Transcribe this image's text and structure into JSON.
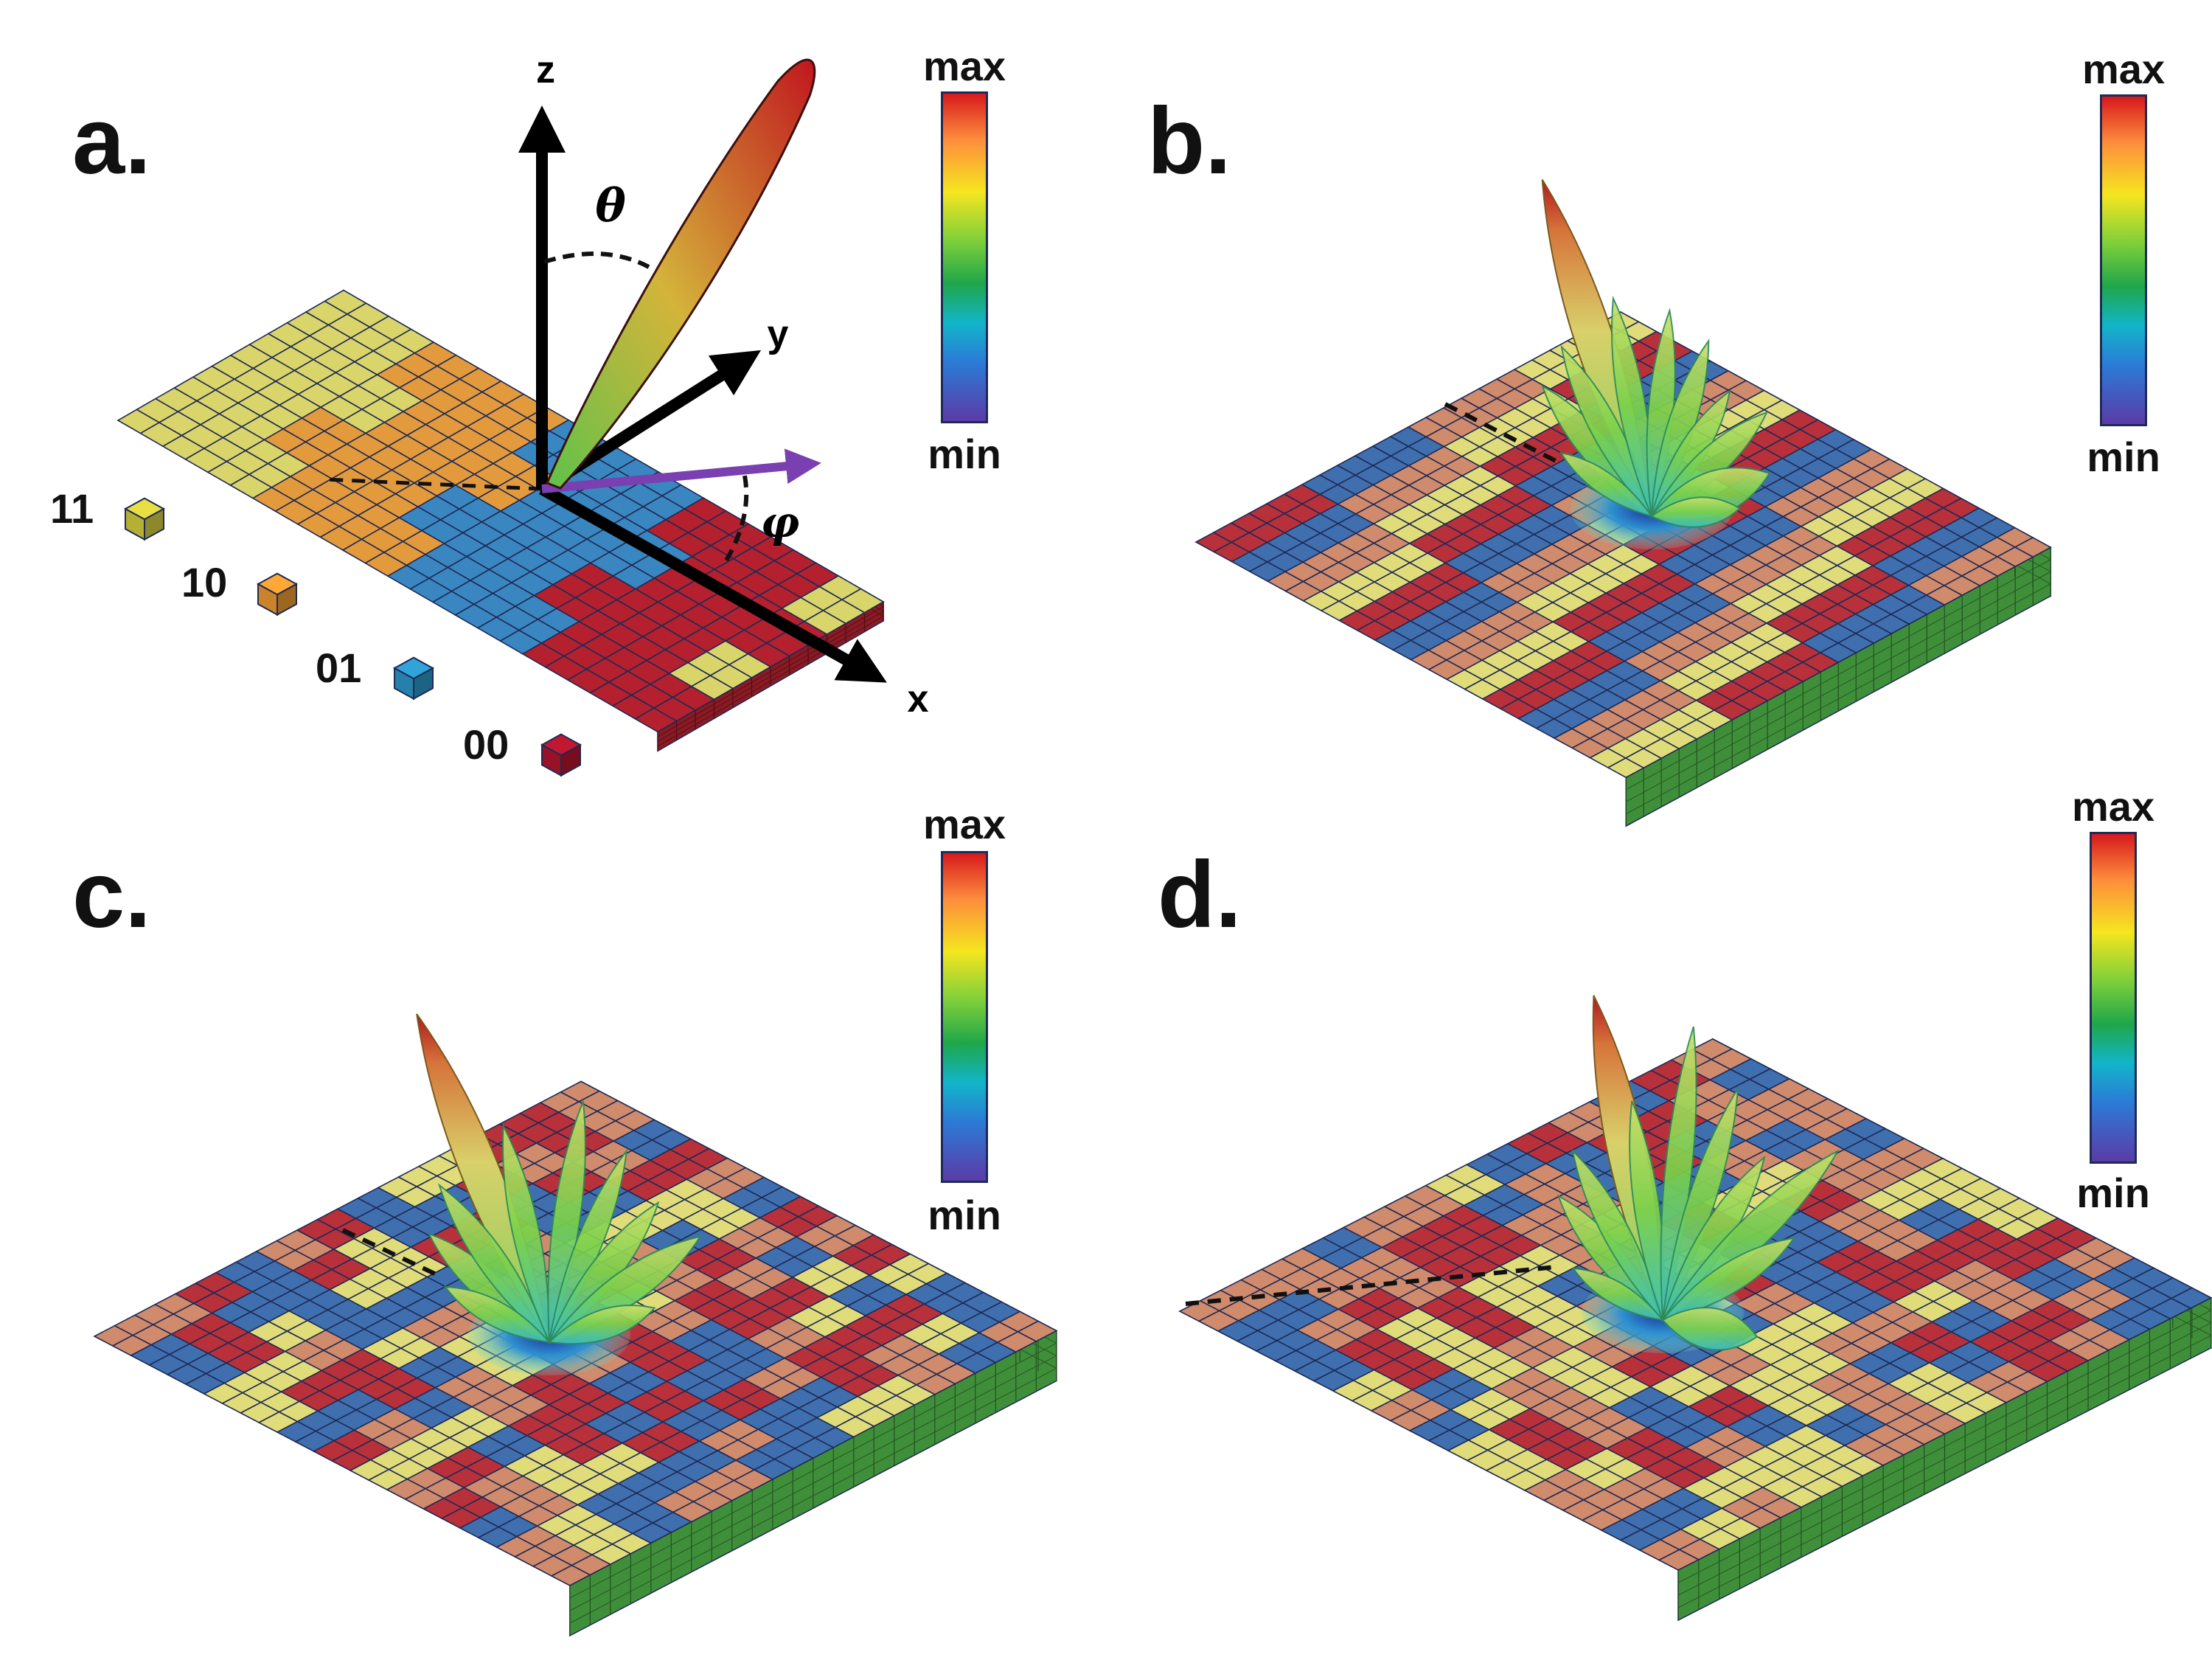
{
  "panels": [
    {
      "id": "a",
      "label": "a."
    },
    {
      "id": "b",
      "label": "b."
    },
    {
      "id": "c",
      "label": "c."
    },
    {
      "id": "d",
      "label": "d."
    }
  ],
  "colorbar": {
    "max_label": "max",
    "min_label": "min"
  },
  "axes": {
    "z": "z",
    "y": "y",
    "x": "x",
    "theta": "θ",
    "phi": "φ"
  },
  "legend": [
    {
      "code": "11",
      "color": "#c9c23a"
    },
    {
      "code": "10",
      "color": "#e0922f"
    },
    {
      "code": "01",
      "color": "#2a8fbd"
    },
    {
      "code": "00",
      "color": "#a8142a"
    }
  ],
  "colors": {
    "yellow": "#d9d56a",
    "orange": "#e39a3c",
    "blue": "#3a86c0",
    "red": "#b4202e",
    "tile_yellow": "#e0dc7a",
    "tile_salmon": "#d08a6c",
    "tile_blue": "#3f6fae",
    "tile_red": "#b8303a",
    "substrate": "#3f8f3a",
    "grid_line": "#1f2a55"
  }
}
